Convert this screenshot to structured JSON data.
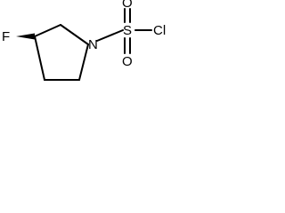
{
  "atoms": {
    "fluorine": "F",
    "nitrogen": "N",
    "sulfur": "S",
    "oxygen_top": "O",
    "oxygen_bottom": "O",
    "chlorine": "Cl"
  },
  "colors": {
    "bond": "#000000",
    "label": "#000000",
    "background": "#ffffff"
  }
}
